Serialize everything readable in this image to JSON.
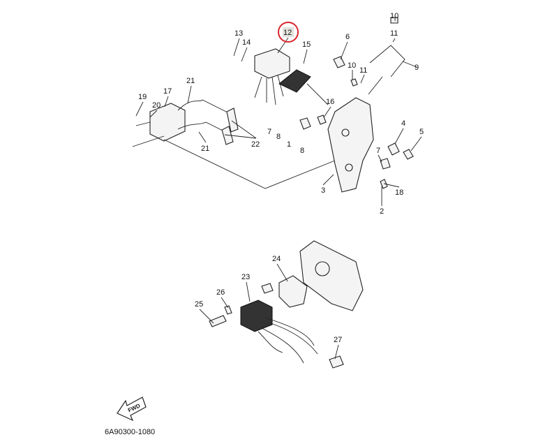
{
  "diagram": {
    "part_code": "6A90300-1080",
    "fwd_label": "FWD",
    "highlight_color": "#d9262b",
    "highlighted_callout": "12",
    "callouts": [
      "10",
      "11",
      "9",
      "13",
      "12",
      "14",
      "15",
      "6",
      "10",
      "11",
      "21",
      "19",
      "17",
      "20",
      "16",
      "7",
      "8",
      "1",
      "8",
      "4",
      "5",
      "7",
      "22",
      "21",
      "3",
      "18",
      "2",
      "24",
      "23",
      "26",
      "25",
      "27"
    ]
  }
}
